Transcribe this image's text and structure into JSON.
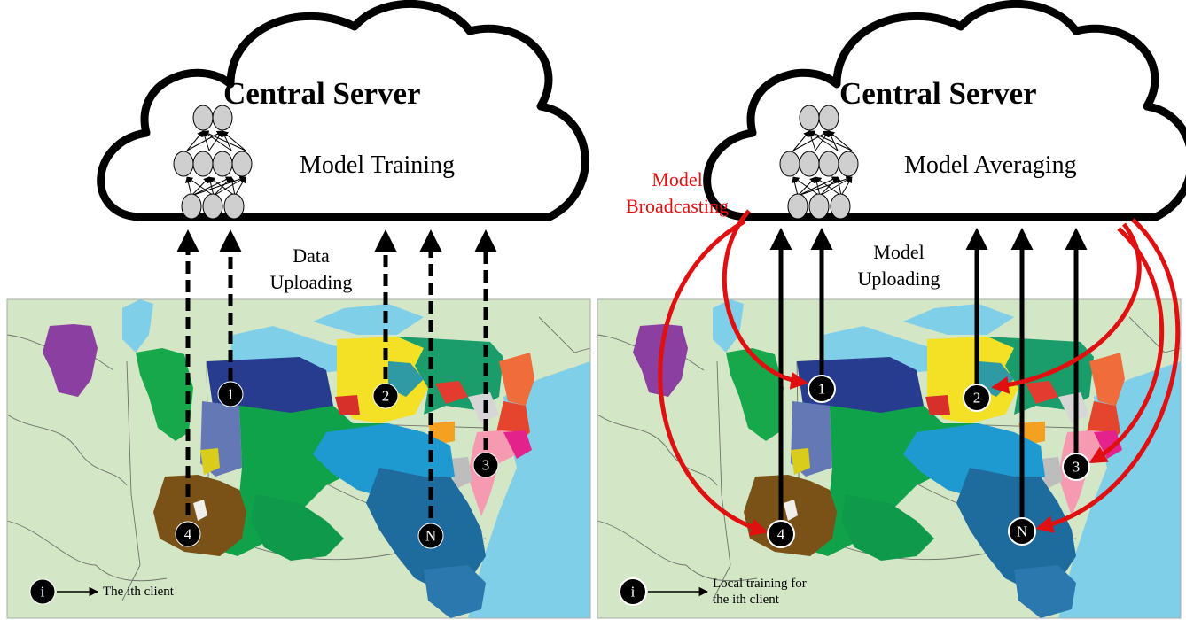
{
  "left_panel": {
    "server_title": "Central Server",
    "server_task": "Model Training",
    "upload_label": "Data\nUploading",
    "clients": [
      "1",
      "2",
      "3",
      "4",
      "N"
    ],
    "legend_marker": "i",
    "legend_text": "The ith client"
  },
  "right_panel": {
    "server_title": "Central Server",
    "server_task": "Model Averaging",
    "broadcast_label": "Model\nBroadcasting",
    "upload_label": "Model\nUploading",
    "clients": [
      "1",
      "2",
      "3",
      "4",
      "N"
    ],
    "legend_marker": "i",
    "legend_text": "Local training for\nthe ith client"
  },
  "colors": {
    "map_land": "#d3e6c6",
    "water": "#7fcfe9",
    "broadcast_arrow": "#e01010",
    "upload_arrow": "#000000"
  }
}
